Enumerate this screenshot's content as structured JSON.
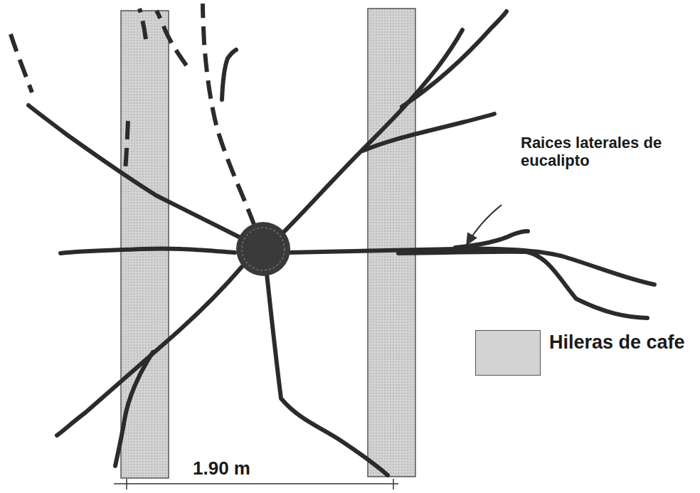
{
  "diagram": {
    "labels": [
      "Raices laterales de eucalipto",
      "1.90 m"
    ],
    "legend": [
      {
        "text": "Hileras de cafe",
        "color": "#d3d3d3"
      }
    ]
  }
}
